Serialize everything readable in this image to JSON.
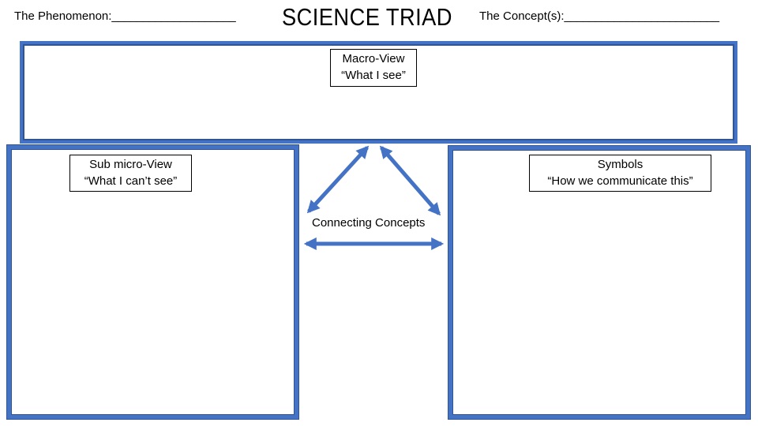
{
  "header": {
    "phenomenon_label": "The Phenomenon:",
    "phenomenon_blank": "____________________",
    "title": "SCIENCE TRIAD",
    "concepts_label": "The Concept(s):",
    "concepts_blank": "_________________________"
  },
  "macro": {
    "line1": "Macro-View",
    "line2": "“What I see”"
  },
  "submicro": {
    "line1": "Sub micro-View",
    "line2": "“What I can’t see”"
  },
  "symbols": {
    "line1": "Symbols",
    "line2": "“How we communicate this”"
  },
  "connecting": "Connecting Concepts",
  "colors": {
    "panel_border": "#4472C4",
    "arrow": "#4472C4"
  }
}
